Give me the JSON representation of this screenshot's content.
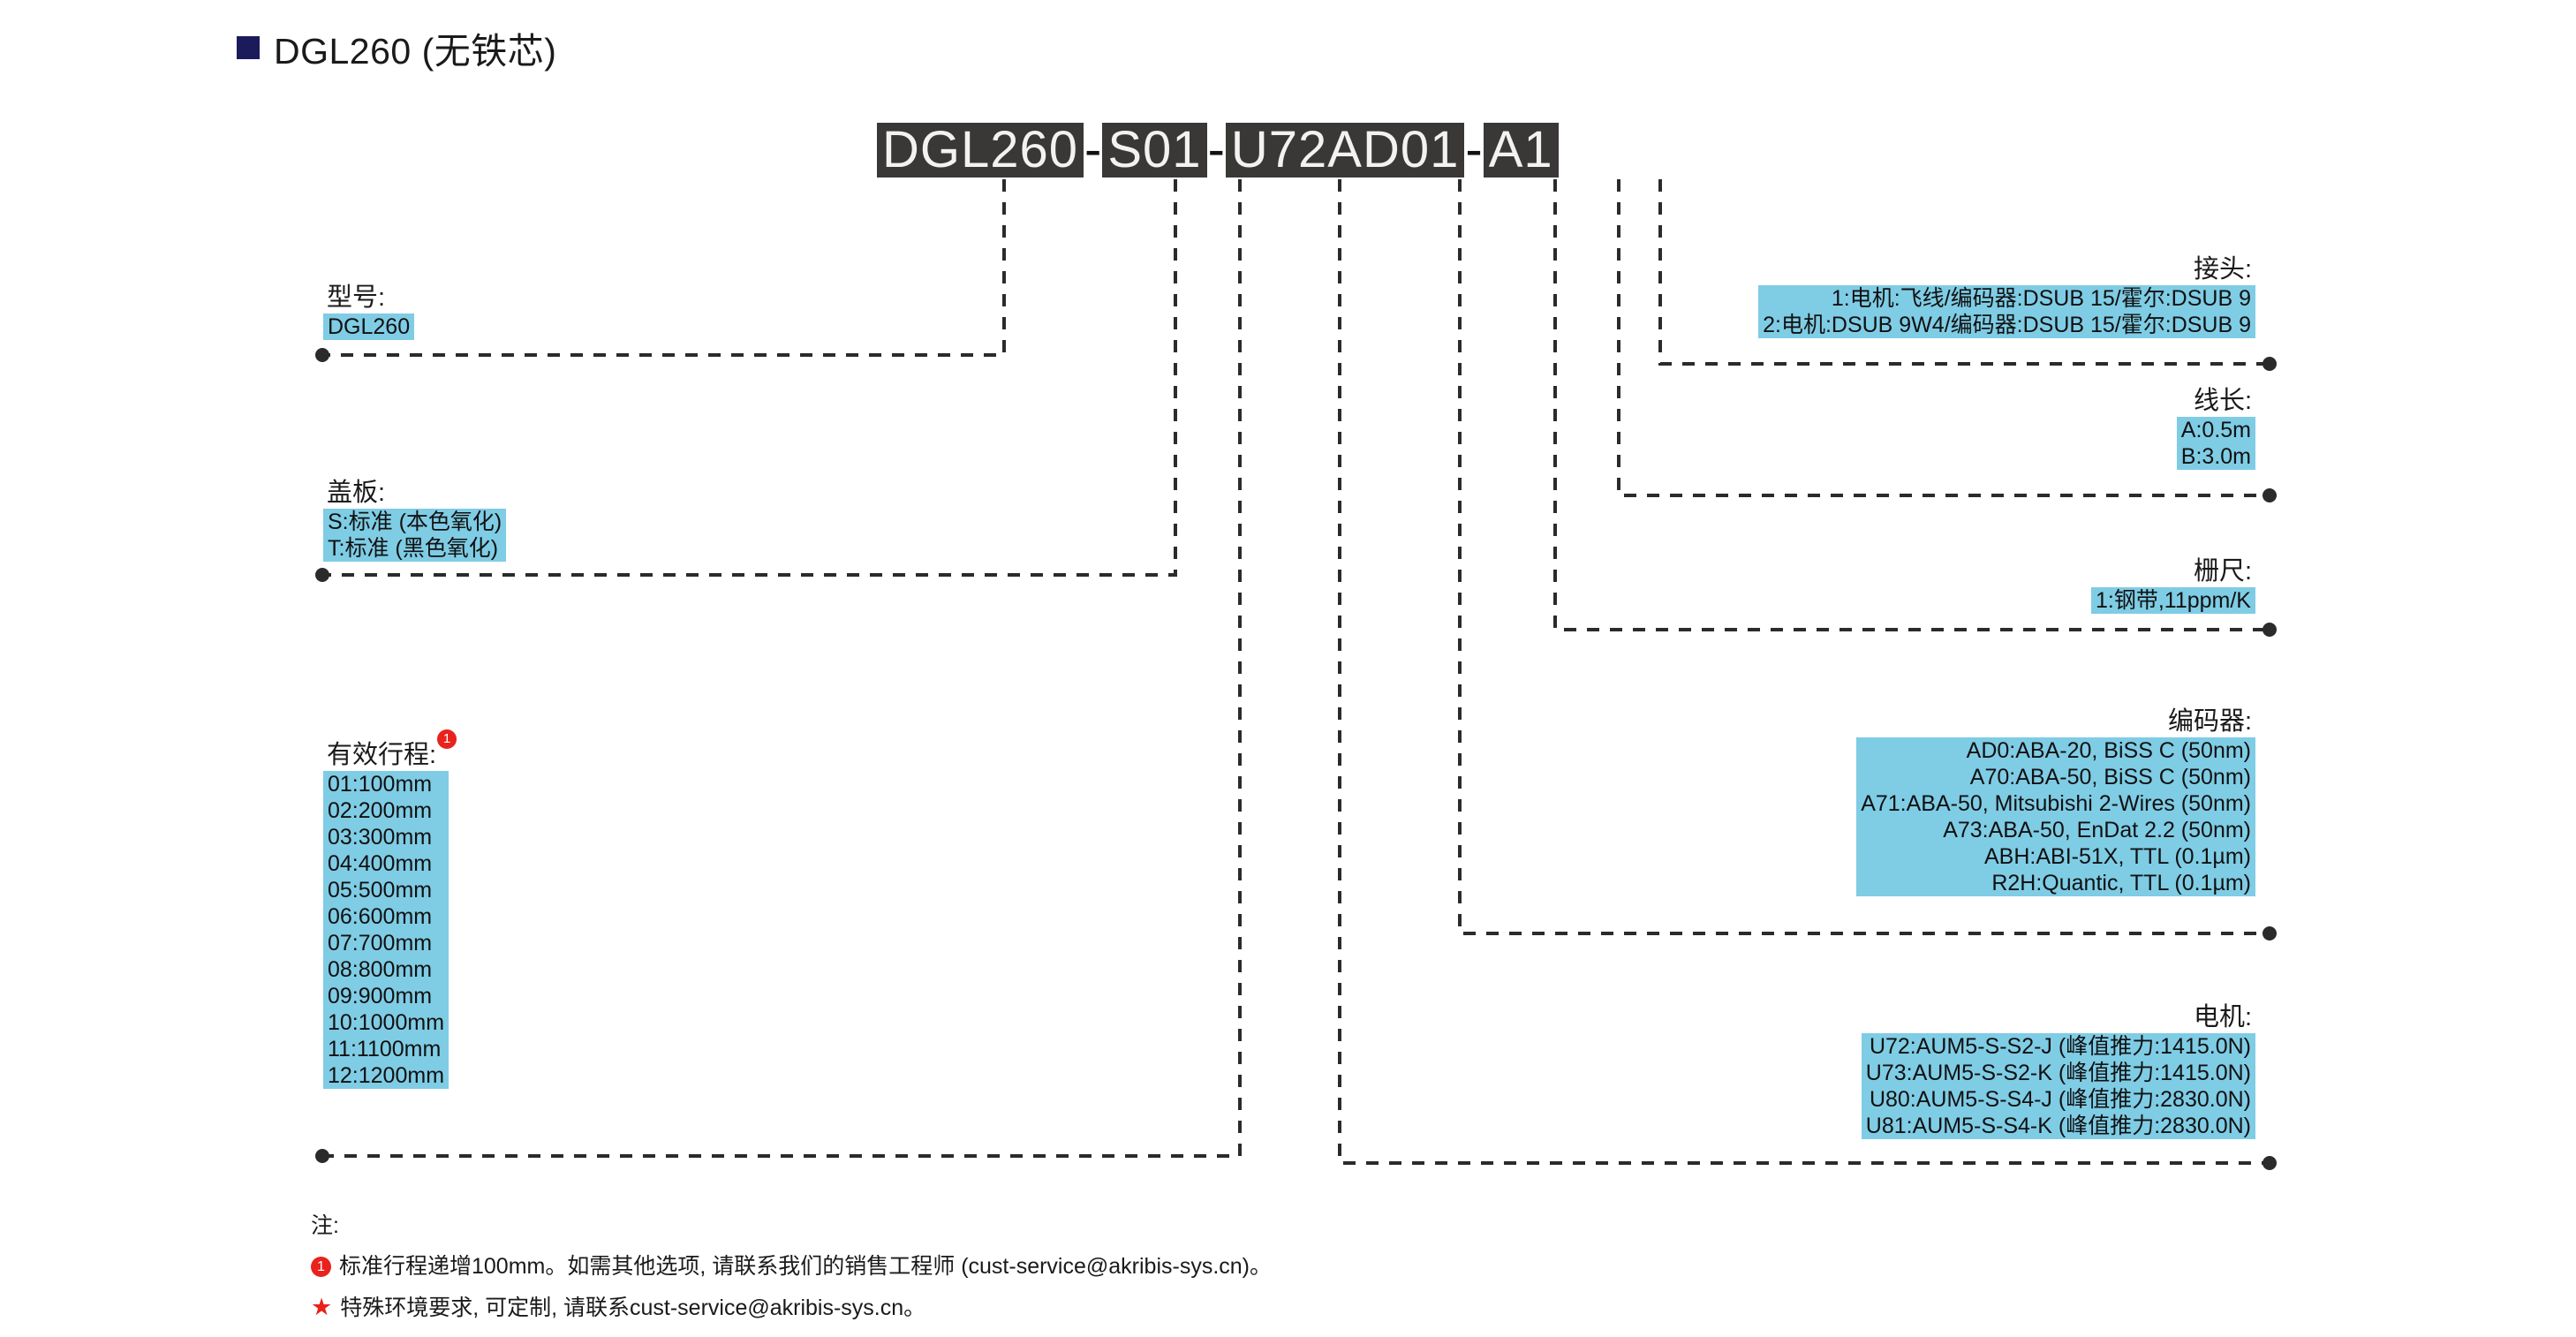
{
  "header": {
    "title": "DGL260 (无铁芯)",
    "bullet_color": "#1b1b5c"
  },
  "part_number": {
    "full": "DGL260-S01-U72AD01-A1",
    "segments": [
      "DGL260",
      "S01",
      "U72AD01",
      "A1"
    ],
    "separator": "-",
    "block_color": "#3a3836",
    "text_color": "#f2f2f0"
  },
  "highlight_color": "#7fcce5",
  "groups": {
    "model": {
      "label": "型号:",
      "options": [
        "DGL260"
      ]
    },
    "cover_plate": {
      "label": "盖板:",
      "options": [
        "S:标准 (本色氧化)",
        "T:标准 (黑色氧化)"
      ]
    },
    "stroke": {
      "label": "有效行程:",
      "footnote_marker": "1",
      "options": [
        "01:100mm",
        "02:200mm",
        "03:300mm",
        "04:400mm",
        "05:500mm",
        "06:600mm",
        "07:700mm",
        "08:800mm",
        "09:900mm",
        "10:1000mm",
        "11:1100mm",
        "12:1200mm"
      ]
    },
    "connector": {
      "label": "接头:",
      "options": [
        "1:电机:飞线/编码器:DSUB 15/霍尔:DSUB 9",
        "2:电机:DSUB 9W4/编码器:DSUB 15/霍尔:DSUB 9"
      ]
    },
    "cable_length": {
      "label": "线长:",
      "options": [
        "A:0.5m",
        "B:3.0m"
      ]
    },
    "scale": {
      "label": "栅尺:",
      "options": [
        "1:钢带,11ppm/K"
      ]
    },
    "encoder": {
      "label": "编码器:",
      "options": [
        "AD0:ABA-20, BiSS C (50nm)",
        "A70:ABA-50, BiSS C (50nm)",
        "A71:ABA-50, Mitsubishi 2-Wires (50nm)",
        "A73:ABA-50, EnDat 2.2 (50nm)",
        "ABH:ABI-51X, TTL (0.1µm)",
        "R2H:Quantic, TTL (0.1µm)"
      ]
    },
    "motor": {
      "label": "电机:",
      "options": [
        "U72:AUM5-S-S2-J (峰值推力:1415.0N)",
        "U73:AUM5-S-S2-K (峰值推力:1415.0N)",
        "U80:AUM5-S-S4-J (峰值推力:2830.0N)",
        "U81:AUM5-S-S4-K (峰值推力:2830.0N)"
      ]
    }
  },
  "notes": {
    "title": "注:",
    "items": [
      {
        "marker": "1",
        "marker_type": "circled-number",
        "text": "标准行程递增100mm。如需其他选项, 请联系我们的销售工程师 (cust-service@akribis-sys.cn)。"
      },
      {
        "marker": "★",
        "marker_type": "star",
        "text": "特殊环境要求, 可定制, 请联系cust-service@akribis-sys.cn。"
      }
    ]
  }
}
